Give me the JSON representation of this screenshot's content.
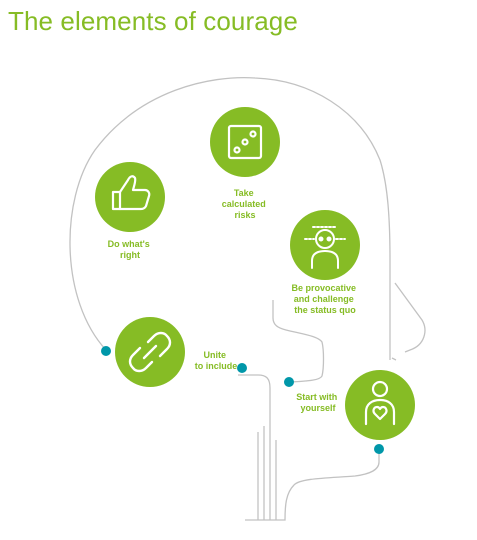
{
  "title": "The elements of courage",
  "colors": {
    "brand_green": "#86bc25",
    "connector_teal": "#0097a9",
    "outline_gray": "#c2c2c2"
  },
  "elements": [
    {
      "id": "take-risks",
      "icon": "dice-icon",
      "label_lines": [
        "Take",
        "calculated",
        "risks"
      ]
    },
    {
      "id": "do-right",
      "icon": "thumbs-up-icon",
      "label_lines": [
        "Do what's",
        "right"
      ]
    },
    {
      "id": "provocative",
      "icon": "eye-target-person-icon",
      "label_lines": [
        "Be provocative",
        "and challenge",
        "the status quo"
      ]
    },
    {
      "id": "unite",
      "icon": "chain-link-icon",
      "label_lines": [
        "Unite",
        "to include"
      ]
    },
    {
      "id": "start",
      "icon": "person-heart-icon",
      "label_lines": [
        "Start with",
        "yourself"
      ]
    }
  ]
}
